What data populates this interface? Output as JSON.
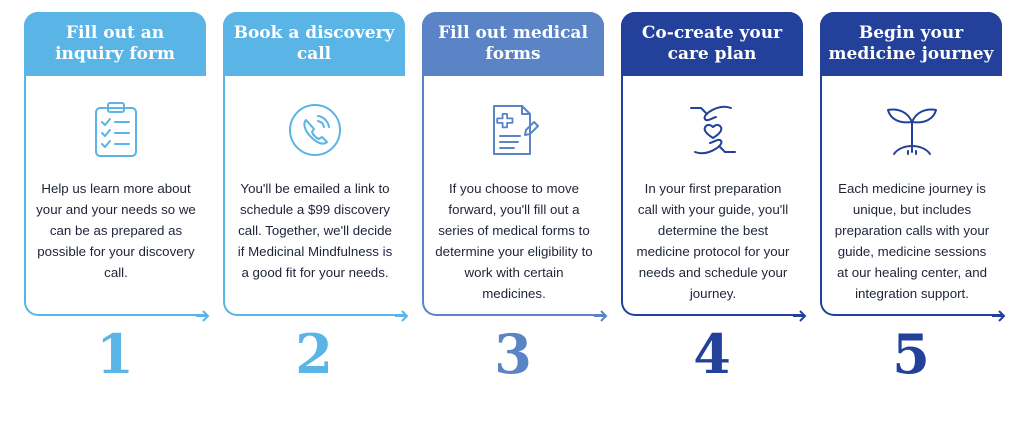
{
  "steps": [
    {
      "title": "Fill out an inquiry form",
      "description": "Help us learn more about your and your needs so we can be as prepared as possible for your discovery call.",
      "number": "1",
      "color": "#5ab4e5",
      "icon": "clipboard-checklist-icon"
    },
    {
      "title": "Book a discovery call",
      "description": "You'll be emailed a link to schedule a $99 discovery call. Together, we'll decide if Medicinal Mindfulness is a good fit for your needs.",
      "number": "2",
      "color": "#5ab4e5",
      "icon": "phone-icon"
    },
    {
      "title": "Fill out medical forms",
      "description": "If you choose to move forward, you'll fill out a series of medical forms to determine your eligibility to work with certain medicines.",
      "number": "3",
      "color": "#5a84c6",
      "icon": "medical-form-icon"
    },
    {
      "title": "Co-create your care plan",
      "description": "In your first preparation call with your guide, you'll determine the best medicine protocol for your needs and schedule your journey.",
      "number": "4",
      "color": "#23419a",
      "icon": "hands-heart-icon"
    },
    {
      "title": "Begin your medicine journey",
      "description": "Each medicine journey is unique, but includes preparation calls with your guide, medicine sessions at our healing center, and integration support.",
      "number": "5",
      "color": "#23419a",
      "icon": "sprout-icon"
    }
  ]
}
